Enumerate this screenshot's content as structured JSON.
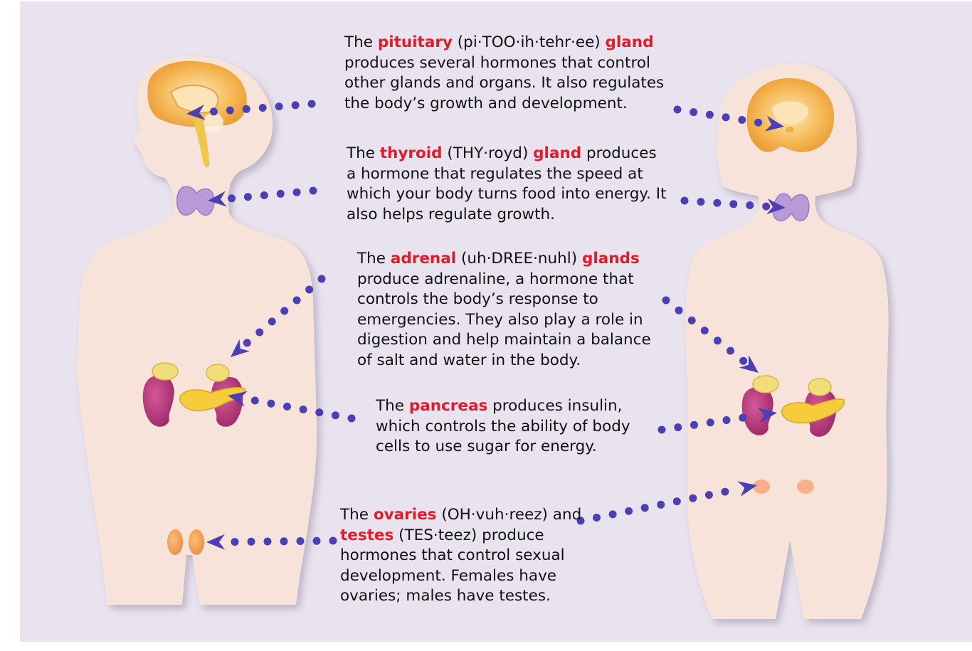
{
  "colors": {
    "background": "#e8e3ef",
    "body": "#f7e3da",
    "term_red": "#e01b2a",
    "dot_arrow": "#4a3fb5",
    "brain_outer": "#f2a846",
    "brain_inner": "#fbe1a6",
    "thyroid": "#b99ad8",
    "kidney": "#b8357a",
    "adrenal_cap": "#f3dd7a",
    "pancreas": "#f6cb3c",
    "gonad": "#f5a05a"
  },
  "captions": {
    "pituitary": {
      "pre": "The ",
      "term1": "pituitary",
      "mid": " (pi·TOO·ih·tehr·ee) ",
      "term2": "gland",
      "post": " produces several hormones that control other glands and organs. It also regulates the body’s growth and development."
    },
    "thyroid": {
      "pre": "The ",
      "term1": "thyroid",
      "mid": " (THY·royd) ",
      "term2": "gland",
      "post": " produces a hormone that regulates the speed at which your body turns food into energy. It also helps regulate growth."
    },
    "adrenal": {
      "pre": "The ",
      "term1": "adrenal",
      "mid": " (uh·DREE·nuhl) ",
      "term2": "glands",
      "post": " produce adrenaline, a hormone that controls the body’s response to emergencies. They also play a role in digestion and help maintain a balance of salt and water in the body."
    },
    "pancreas": {
      "pre": "The ",
      "term1": "pancreas",
      "post": " produces insulin, which controls the ability of body cells to use sugar for energy."
    },
    "gonads": {
      "pre": "The ",
      "term1": "ovaries",
      "mid": " (OH·vuh·reez) and ",
      "term2": "testes",
      "post": " (TES·teez) produce hormones that control sexual development. Females have ovaries; males have testes."
    }
  }
}
